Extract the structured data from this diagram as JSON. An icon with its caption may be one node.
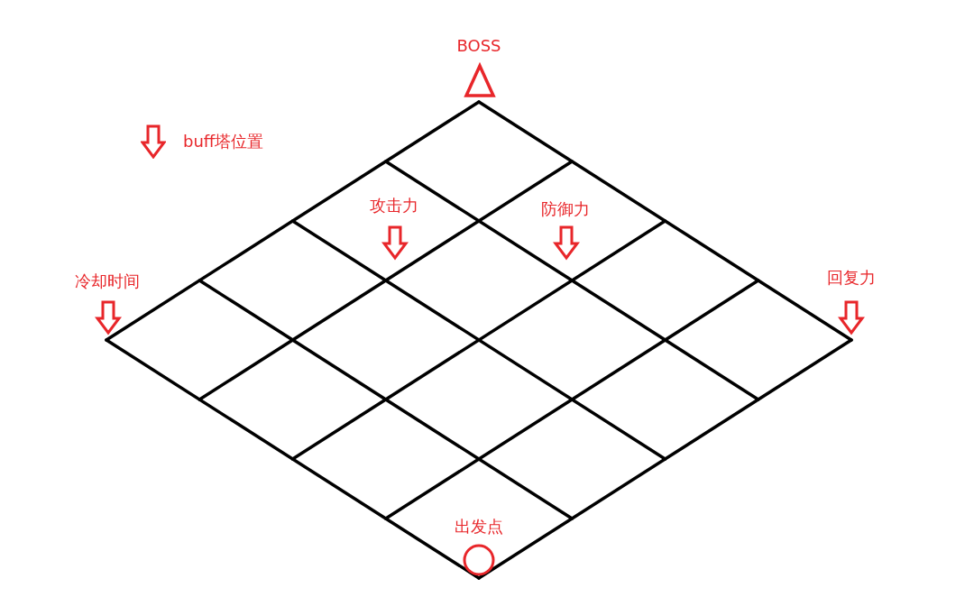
{
  "diagram": {
    "labels": [
      "BOSS",
      "攻击力",
      "防御力",
      "冷却时间",
      "回复力",
      "出发点"
    ],
    "legend": [
      {
        "text": "buff塔位置"
      }
    ]
  }
}
